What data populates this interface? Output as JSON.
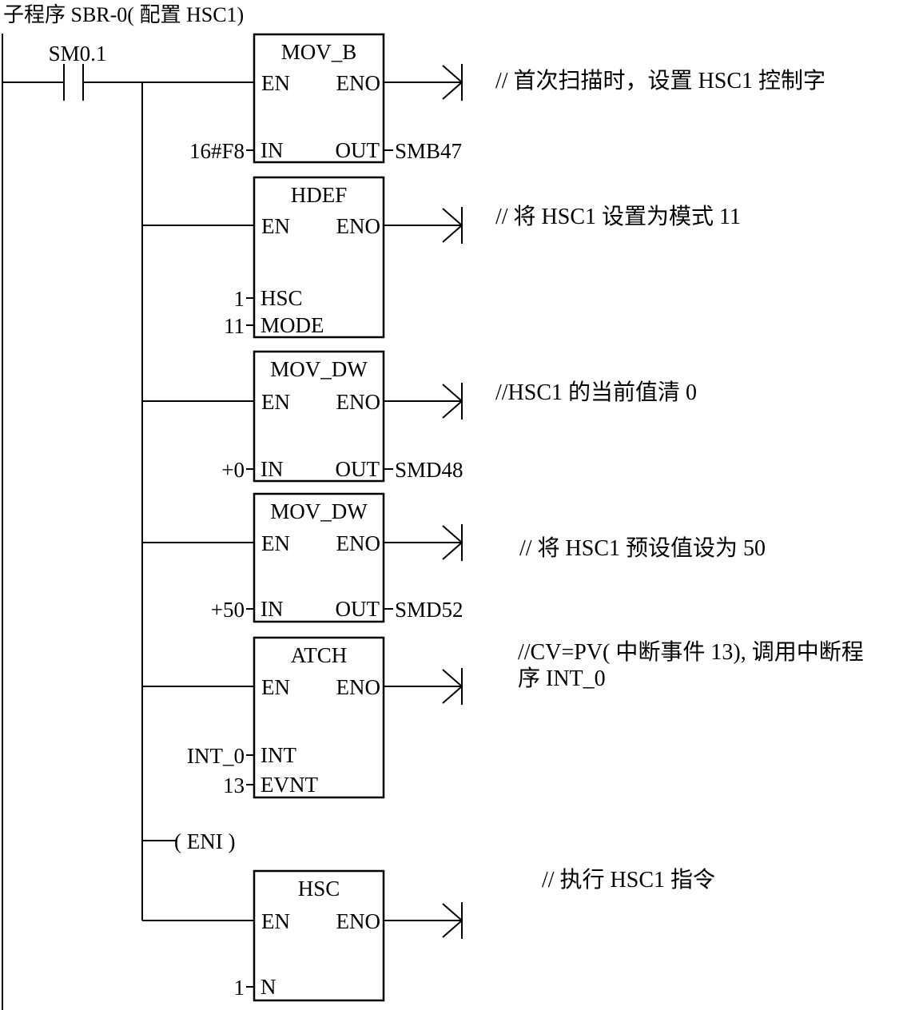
{
  "title": "子程序 SBR-0( 配置 HSC1)",
  "contact_label": "SM0.1",
  "enable_in_label": "EN",
  "enable_out_label": "ENO",
  "eni_label": "( ENI )",
  "blocks": [
    {
      "name": "MOV_B",
      "inputs": [
        {
          "pin": "IN",
          "value": "16#F8"
        }
      ],
      "outputs": [
        {
          "pin": "OUT",
          "value": "SMB47"
        }
      ],
      "comment": [
        "// 首次扫描时，设置 HSC1 控制字"
      ]
    },
    {
      "name": "HDEF",
      "inputs": [
        {
          "pin": "HSC",
          "value": "1"
        },
        {
          "pin": "MODE",
          "value": "11"
        }
      ],
      "outputs": [],
      "comment": [
        "// 将 HSC1 设置为模式 11"
      ]
    },
    {
      "name": "MOV_DW",
      "inputs": [
        {
          "pin": "IN",
          "value": "+0"
        }
      ],
      "outputs": [
        {
          "pin": "OUT",
          "value": "SMD48"
        }
      ],
      "comment": [
        "//HSC1 的当前值清 0"
      ]
    },
    {
      "name": "MOV_DW",
      "inputs": [
        {
          "pin": "IN",
          "value": "+50"
        }
      ],
      "outputs": [
        {
          "pin": "OUT",
          "value": "SMD52"
        }
      ],
      "comment": [
        "// 将 HSC1 预设值设为 50"
      ]
    },
    {
      "name": "ATCH",
      "inputs": [
        {
          "pin": "INT",
          "value": "INT_0"
        },
        {
          "pin": "EVNT",
          "value": "13"
        }
      ],
      "outputs": [],
      "comment": [
        "//CV=PV( 中断事件 13), 调用中断程",
        "序 INT_0"
      ]
    },
    {
      "name": "HSC",
      "inputs": [
        {
          "pin": "N",
          "value": "1"
        }
      ],
      "outputs": [],
      "comment": [
        "// 执行 HSC1 指令"
      ]
    }
  ]
}
